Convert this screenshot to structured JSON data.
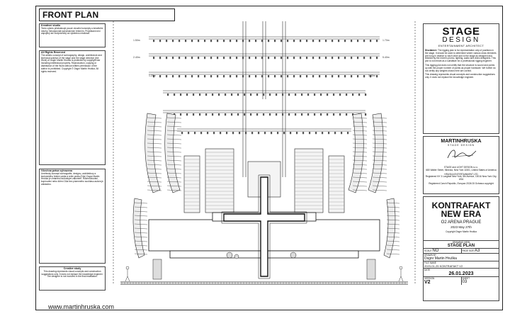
{
  "title": "FRONT PLAN",
  "website": "www.martinhruska.com",
  "left_notes": {
    "creative_heading": "Kreativní studio",
    "creative_text": "Tento výkres představuje pouze vizuální koncepty a kreativitní návrhy. Neodpovídá konstrukčním řešením. Projektant není zapojený ani zodpovědný za výslednou realizaci.",
    "rights_heading": "All Rights Reserved",
    "rights_text": "The artistic concept of scenography, design, architecture and technical solution of the stage and the stage direction (the Work) of Dsgnr Martin Hruška is protected by copyright law including intellectual property. Reproduction, copying or distribution of the Work without written permission of the author is prohibited. Copyright © Dsgnr Martin Hruška. All rights reserved.",
    "czech_heading": "Všechna práva vyhrazena",
    "czech_text": "Umělecký koncept scénografie, designu, architektury a technického řešení pódia a režie pódia (Dílo) Dsgnr Martin Hruška je chráněno autorským zákonem. Rozmnožování, kopírování nebo šíření Díla bez písemného souhlasu autora je zakázáno.",
    "creative_study_heading": "Creative study",
    "creative_study_text": "This drawing represents visual concepts and construction suggestions only. It does not replace the knowledge engineer. The designer is not involved in the final realisation."
  },
  "right_panel": {
    "brand_line1": "STAGE",
    "brand_line2": "DESIGN",
    "brand_line3": "ENTERTAINMENT ARCHITECT",
    "disclaimer_heading": "Disclaimer:",
    "disclaimer_text": "The rigging plan is for representation only of positions in the stage. It should be used to determine where various show elements are hung in relation to each other and to the stage as designed and finished by the event's promo, lighting, audio and video designers. This plot is not meant as a substitute for a professional rigging engineer.",
    "disclaimer_text2": "This rigging plot does not certify that the structure is sound and points up with the proper number of points as proper hardware. We further do not certify any weights shown here are correct.",
    "disclaimer_text3": "This drawing represents visual concepts and construction suggestions only. It does not replace the knowledge engineer.",
    "designer_name": "MARTINHRUSKA",
    "designer_sub": "STAGE DESIGN",
    "company1": "STAGE and LIGHT DESIGN s.r.o.",
    "company1_addr": "680 Walter Street, Mineola, New York 11501, United States of America",
    "company2": "HRUSKA ENTERTAINMENT LTD",
    "company2_addr": "Registered NY 3 Longleaf New York, 5th Avenue, 10016 New York City, USA",
    "company3_addr": "Registered Czech Republic, Evropan 2024/15 Ochrana copyright",
    "project_line1": "KONTRAFAKT",
    "project_line2": "NEW ERA",
    "venue": "O2 ARENA PRAGUE",
    "event_date": "2023 May 27th",
    "copyright": "Copyright Dsgnr Martin Hruška",
    "drawing_view_label": "DRAWING VIEW",
    "drawing_view": "STAGE PLAN",
    "scale_label": "SCALE",
    "scale": "NO",
    "size_label": "PAGE SIZE",
    "size": "A3",
    "drawn_label": "DRAWN BY",
    "drawn_by": "Dsgnr Martin Hruška",
    "file_label": "FILE NAME",
    "file_name": "2023-01-25 KONTRAFAKT V2",
    "date_label": "DATE",
    "date": "26.01.2023",
    "version_label": "VERSION",
    "version": "V2",
    "sheet_label": "SHEET",
    "sheet": "03"
  },
  "dimension_labels": [
    "1.50m",
    "2.40m",
    "1.20m",
    "1.70m",
    "5.40m",
    "3.60m"
  ]
}
